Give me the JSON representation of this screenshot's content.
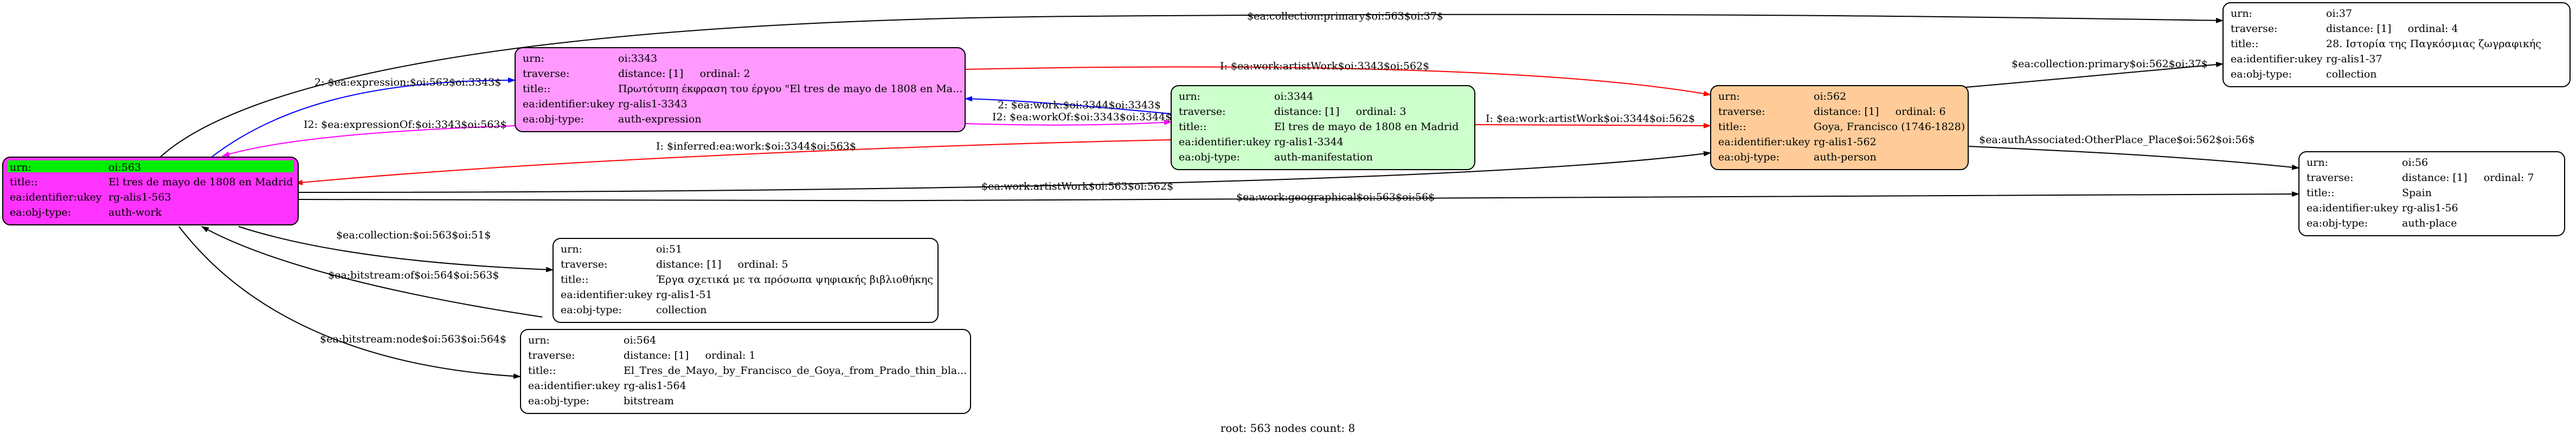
{
  "caption": "root: 563 nodes count: 8",
  "colors": {
    "root_fill": "#ff33ff",
    "root_highlight": "#00ee00",
    "expression_fill": "#ff99ff",
    "manifestation_fill": "#ccffcc",
    "person_fill": "#ffcc99",
    "plain_fill": "#ffffff",
    "edge_black": "#000000",
    "edge_red": "#ff0000",
    "edge_blue": "#0000ff",
    "edge_magenta": "#ff00ff"
  },
  "nodes": {
    "n563": {
      "rows": [
        {
          "key": "urn:",
          "val": "oi:563"
        },
        {
          "key": "title::",
          "val": "El tres de mayo de 1808 en Madrid"
        },
        {
          "key": "ea:identifier:ukey",
          "val": "rg-alis1-563"
        },
        {
          "key": "ea:obj-type:",
          "val": "auth-work"
        }
      ]
    },
    "n3343": {
      "rows": [
        {
          "key": "urn:",
          "val": "oi:3343"
        },
        {
          "key": "traverse:",
          "val": "distance: [1]     ordinal: 2"
        },
        {
          "key": "title::",
          "val": "Πρωτότυπη έκφραση του έργου \"El tres de mayo de 1808 en Ma..."
        },
        {
          "key": "ea:identifier:ukey",
          "val": "rg-alis1-3343"
        },
        {
          "key": "ea:obj-type:",
          "val": "auth-expression"
        }
      ]
    },
    "n3344": {
      "rows": [
        {
          "key": "urn:",
          "val": "oi:3344"
        },
        {
          "key": "traverse:",
          "val": "distance: [1]     ordinal: 3"
        },
        {
          "key": "title::",
          "val": "El tres de mayo de 1808 en Madrid"
        },
        {
          "key": "ea:identifier:ukey",
          "val": "rg-alis1-3344"
        },
        {
          "key": "ea:obj-type:",
          "val": "auth-manifestation"
        }
      ]
    },
    "n562": {
      "rows": [
        {
          "key": "urn:",
          "val": "oi:562"
        },
        {
          "key": "traverse:",
          "val": "distance: [1]     ordinal: 6"
        },
        {
          "key": "title::",
          "val": "Goya, Francisco (1746-1828)"
        },
        {
          "key": "ea:identifier:ukey",
          "val": "rg-alis1-562"
        },
        {
          "key": "ea:obj-type:",
          "val": "auth-person"
        }
      ]
    },
    "n37": {
      "rows": [
        {
          "key": "urn:",
          "val": "oi:37"
        },
        {
          "key": "traverse:",
          "val": "distance: [1]     ordinal: 4"
        },
        {
          "key": "title::",
          "val": "28. Ιστορία της Παγκόσμιας ζωγραφικής"
        },
        {
          "key": "ea:identifier:ukey",
          "val": "rg-alis1-37"
        },
        {
          "key": "ea:obj-type:",
          "val": "collection"
        }
      ]
    },
    "n56": {
      "rows": [
        {
          "key": "urn:",
          "val": "oi:56"
        },
        {
          "key": "traverse:",
          "val": "distance: [1]     ordinal: 7"
        },
        {
          "key": "title::",
          "val": "Spain"
        },
        {
          "key": "ea:identifier:ukey",
          "val": "rg-alis1-56"
        },
        {
          "key": "ea:obj-type:",
          "val": "auth-place"
        }
      ]
    },
    "n51": {
      "rows": [
        {
          "key": "urn:",
          "val": "oi:51"
        },
        {
          "key": "traverse:",
          "val": "distance: [1]     ordinal: 5"
        },
        {
          "key": "title::",
          "val": "Έργα σχετικά με τα πρόσωπα ψηφιακής βιβλιοθήκης"
        },
        {
          "key": "ea:identifier:ukey",
          "val": "rg-alis1-51"
        },
        {
          "key": "ea:obj-type:",
          "val": "collection"
        }
      ]
    },
    "n564": {
      "rows": [
        {
          "key": "urn:",
          "val": "oi:564"
        },
        {
          "key": "traverse:",
          "val": "distance: [1]     ordinal: 1"
        },
        {
          "key": "title::",
          "val": "El_Tres_de_Mayo,_by_Francisco_de_Goya,_from_Prado_thin_bla..."
        },
        {
          "key": "ea:identifier:ukey",
          "val": "rg-alis1-564"
        },
        {
          "key": "ea:obj-type:",
          "val": "bitstream"
        }
      ]
    }
  },
  "edges": {
    "e_563_37": "$ea:collection:primary$oi:563$oi:37$",
    "e_562_37": "$ea:collection:primary$oi:562$oi:37$",
    "e_563_3343": "2: $ea:expression:$oi:563$oi:3343$",
    "e_3343_563": "I2: $ea:expressionOf:$oi:3343$oi:563$",
    "e_3343_562": "I: $ea:work:artistWork$oi:3343$oi:562$",
    "e_3344_3343": "2: $ea:work:$oi:3344$oi:3343$",
    "e_3343_3344": "I2: $ea:workOf:$oi:3343$oi:3344$",
    "e_3344_563": "I: $inferred:ea:work:$oi:3344$oi:563$",
    "e_3344_562": "I: $ea:work:artistWork$oi:3344$oi:562$",
    "e_563_562": "$ea:work:artistWork$oi:563$oi:562$",
    "e_563_56": "$ea:work:geographical$oi:563$oi:56$",
    "e_562_56": "$ea:authAssociated:OtherPlace_Place$oi:562$oi:56$",
    "e_563_51": "$ea:collection:$oi:563$oi:51$",
    "e_564_563_of": "$ea:bitstream:of$oi:564$oi:563$",
    "e_563_564": "$ea:bitstream:node$oi:563$oi:564$"
  }
}
